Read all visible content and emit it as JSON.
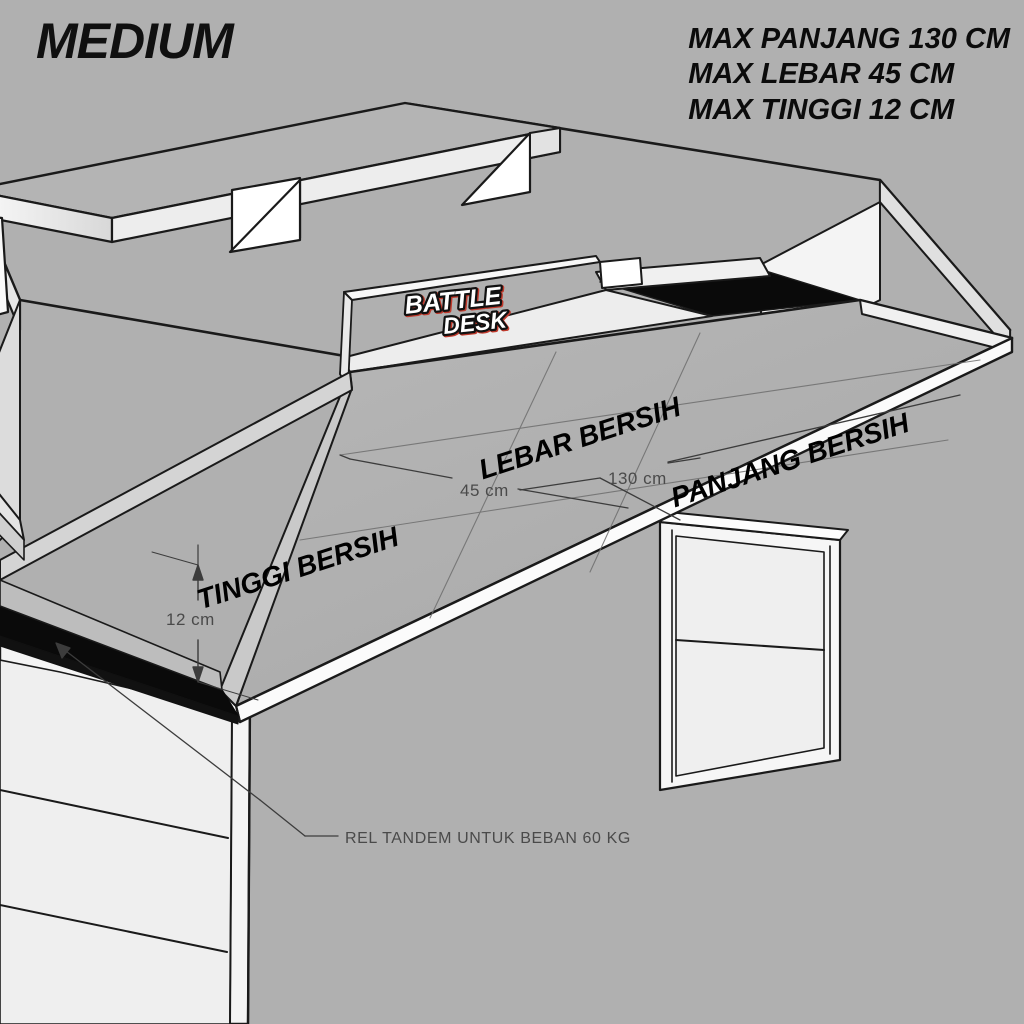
{
  "header": {
    "title": "MEDIUM",
    "specs": [
      "MAX PANJANG 130 CM",
      "MAX LEBAR 45 CM",
      "MAX TINGGI 12 CM"
    ]
  },
  "brand": {
    "line1": "BATTLE",
    "line2": "DESK"
  },
  "dimension_captions": {
    "lebar": "LEBAR BERSIH",
    "panjang": "PANJANG BERSIH",
    "tinggi": "TINGGI BERSIH"
  },
  "dimension_values": {
    "lebar": "45 cm",
    "panjang": "130 cm",
    "tinggi": "12 cm"
  },
  "callout": {
    "rail": "REL TANDEM UNTUK BEBAN 60 KG"
  },
  "colors": {
    "background": "#b0b0b0",
    "panel_light": "#f2f2f2",
    "panel_white": "#ffffff",
    "surface_gray": "#b0b0b0",
    "edge_light": "#e8e8e8",
    "rail_black": "#0a0a0a",
    "outline": "#1a1a1a",
    "text_dark": "#0b0b0b",
    "text_tech": "#4a4a4a",
    "logo_red": "#c0392b"
  }
}
